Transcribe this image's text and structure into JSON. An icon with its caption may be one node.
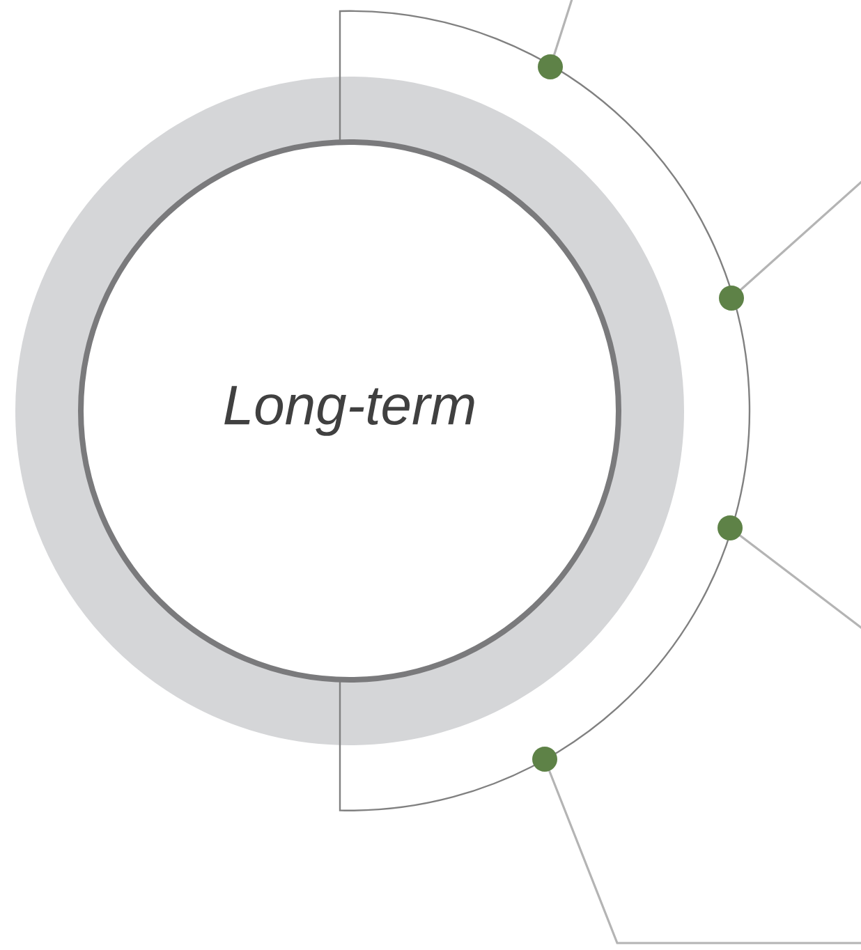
{
  "diagram": {
    "nodes": [
      {
        "text": [
          "Long-term"
        ]
      },
      {
        "text": [],
        "shape": "circle"
      },
      {
        "text": [],
        "shape": "circle"
      },
      {
        "text": [],
        "shape": "circle"
      },
      {
        "text": [],
        "shape": "circle"
      }
    ],
    "edges": [
      {
        "from": 1,
        "to": null,
        "arrow": "none"
      },
      {
        "from": 2,
        "to": null,
        "arrow": "none"
      },
      {
        "from": 3,
        "to": null,
        "arrow": "none"
      },
      {
        "from": 4,
        "to": null,
        "arrow": "none"
      }
    ]
  }
}
